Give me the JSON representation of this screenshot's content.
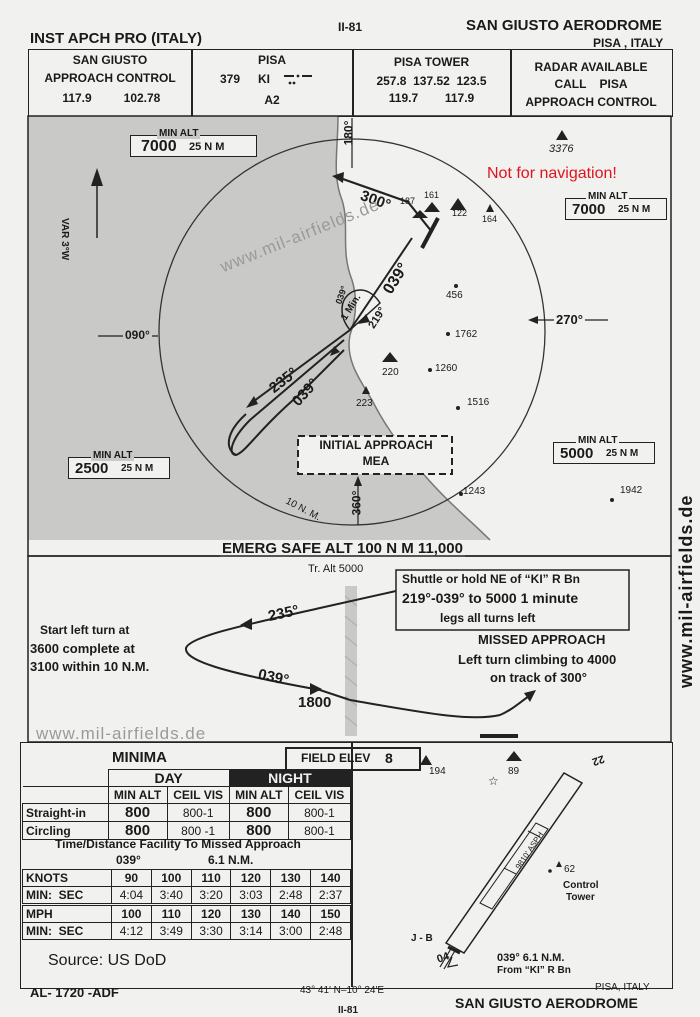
{
  "header": {
    "title": "INST APCH PRO (ITALY)",
    "page_no": "II-81",
    "airport": "SAN GIUSTO AERODROME",
    "location": "PISA , ITALY"
  },
  "comms": {
    "approach_name": "SAN GIUSTO",
    "approach_label": "APPROACH  CONTROL",
    "approach_freq1": "117.9",
    "approach_freq2": "102.78",
    "nav_name": "PISA",
    "nav_freq": "379",
    "nav_id": "KI",
    "nav_class": "A2",
    "tower_name": "PISA  TOWER",
    "tower_freq_row1": "257.8  137.52  123.5",
    "tower_freq_row2": "119.7        117.9",
    "radar_line1": "RADAR  AVAILABLE",
    "radar_line2": "CALL    PISA",
    "radar_line3": "APPROACH  CONTROL"
  },
  "plan": {
    "notice": "Not for navigation!",
    "var": "VAR 3°W",
    "min_alt_label": "MIN ALT",
    "min_alt_nw": "7000",
    "min_alt_ne": "7000",
    "min_alt_sw": "2500",
    "min_alt_se": "5000",
    "min_alt_unit": "25 N M",
    "bearing_north": "180°",
    "bearing_west": "090°",
    "bearing_east": "270°",
    "bearing_south": "360°",
    "course_300": "300°",
    "course_039a": "039°",
    "course_039b": "039°",
    "course_235": "235°",
    "course_219": "219°",
    "hold_inbound": "039°",
    "hold_time": "1 Min.",
    "ring": "10 N. M.",
    "iap_line1": "INITIAL APPROACH",
    "iap_line2": "MEA",
    "emerg": "EMERG  SAFE  ALT  100  N M  11,000",
    "elevations": {
      "e3376": "3376",
      "e187": "187",
      "e161": "161",
      "e122": "122",
      "e164": "164",
      "e456": "456",
      "e1762": "1762",
      "e1260": "1260",
      "e220": "220",
      "e223": "223",
      "e1516": "1516",
      "e1243": "1243",
      "e1942": "1942"
    }
  },
  "profile": {
    "tr_alt": "Tr. Alt 5000",
    "shuttle_line1": "Shuttle or hold NE of “KI” R Bn",
    "shuttle_line2": "219°-039° to 5000  1 minute",
    "shuttle_line3": "legs all turns left",
    "missed_title": "MISSED  APPROACH",
    "missed_line1": "Left turn climbing to 4000",
    "missed_line2": "on track of 300°",
    "left_line1": "Start left turn at",
    "left_line2": "3600 complete at",
    "left_line3": "3100 within 10 N.M.",
    "course_235": "235°",
    "course_039": "039°",
    "alt_1800": "1800"
  },
  "minima": {
    "title": "MINIMA",
    "field_elev_label": "FIELD ELEV",
    "field_elev": "8",
    "day": "DAY",
    "night": "NIGHT",
    "headers": [
      "MIN ALT",
      "CEIL VIS",
      "MIN ALT",
      "CEIL VIS"
    ],
    "rows": [
      {
        "label": "Straight-in",
        "cells": [
          "800",
          "800-1",
          "800",
          "800-1"
        ]
      },
      {
        "label": "Circling",
        "cells": [
          "800",
          "800 -1",
          "800",
          "800-1"
        ]
      }
    ],
    "timing_title": "Time/Distance Facility To Missed Approach",
    "timing_course": "039°",
    "timing_dist": "6.1 N.M.",
    "knots_label": "KNOTS",
    "knots": [
      "90",
      "100",
      "110",
      "120",
      "130",
      "140"
    ],
    "knots_min_label": "MIN:  SEC",
    "knots_times": [
      "4:04",
      "3:40",
      "3:20",
      "3:03",
      "2:48",
      "2:37"
    ],
    "mph_label": "MPH",
    "mph": [
      "100",
      "110",
      "120",
      "130",
      "140",
      "150"
    ],
    "mph_min_label": "MIN:  SEC",
    "mph_times": [
      "4:12",
      "3:49",
      "3:30",
      "3:14",
      "3:00",
      "2:48"
    ]
  },
  "aerodrome": {
    "elev_194": "194",
    "elev_89": "89",
    "elev_62": "62",
    "tower_line1": "Control",
    "tower_line2": "Tower",
    "rwy_22": "22",
    "rwy_04": "04",
    "rwy_len": "9810' ASPH",
    "jb": "J - B",
    "fix_line1": "039° 6.1 N.M.",
    "fix_line2": "From “KI” R Bn"
  },
  "footer": {
    "source": "Source: US DoD",
    "procedure": "AL- 1720 -ADF",
    "coords": "43° 41′ N–10° 24′E",
    "location": "PISA, ITALY",
    "airport": "SAN GIUSTO AERODROME",
    "page_no": "II-81"
  },
  "watermark": "www.mil-airfields.de",
  "colors": {
    "notice": "#e0141c",
    "ink": "#1a1a1a",
    "land": "#c9c9c7"
  }
}
